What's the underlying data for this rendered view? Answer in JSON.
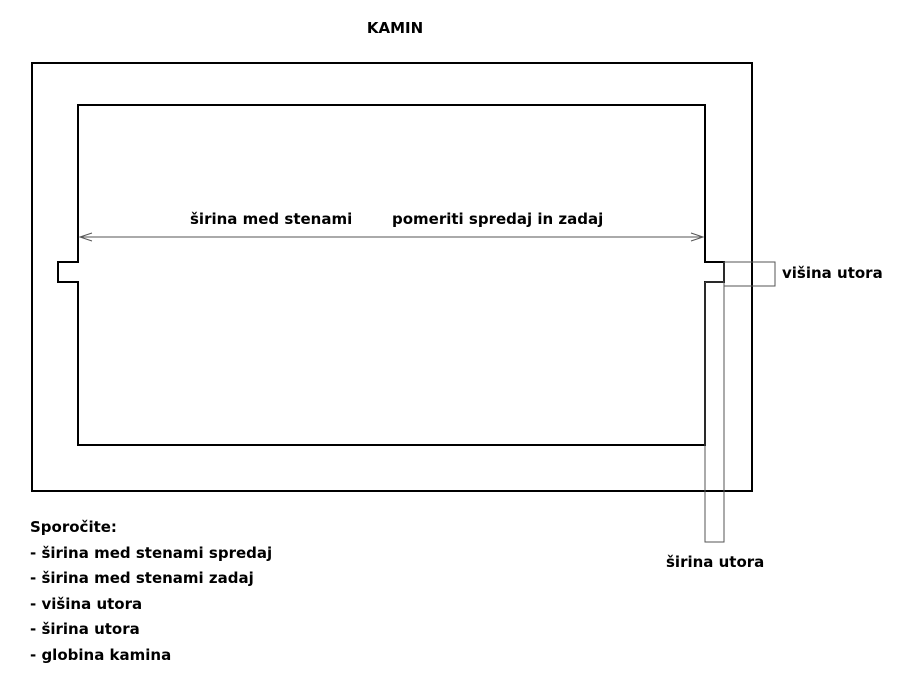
{
  "title": "KAMIN",
  "labels": {
    "width_between_walls": "širina med stenami",
    "move_front_back": "pomeriti spredaj in zadaj",
    "groove_height": "višina utora",
    "groove_width": "širina utora"
  },
  "notes": {
    "heading": "Sporočite:",
    "items": [
      "- širina med stenami spredaj",
      "- širina med stenami zadaj",
      "- višina utora",
      "- širina utora",
      "- globina kamina"
    ]
  }
}
